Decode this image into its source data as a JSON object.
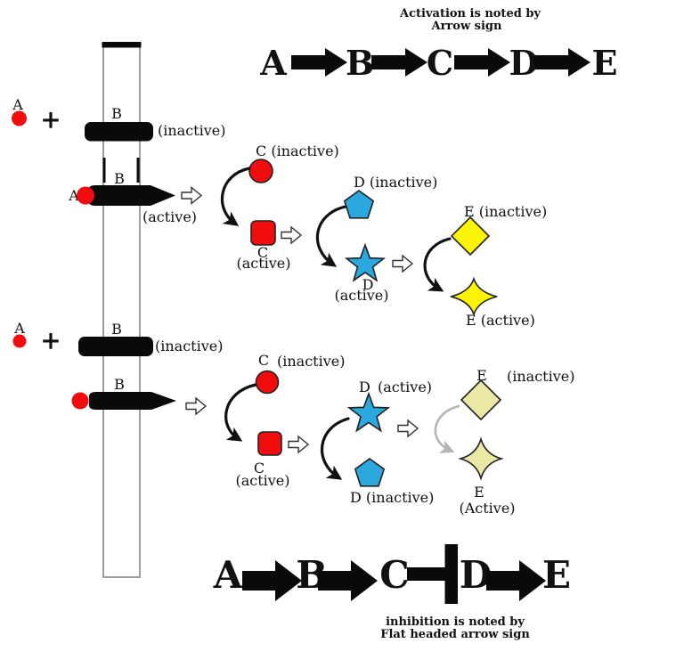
{
  "colors": {
    "red": "#f10d0d",
    "blue": "#2ba8de",
    "yellow": "#fdf405",
    "pale_yellow": "#ebe8a5",
    "black": "#0a0a0a",
    "gray": "#b5b5b5"
  },
  "captions": {
    "activation_line1": "Activation is noted by",
    "activation_line2": "Arrow sign",
    "inhibition_line1": "inhibition is noted by",
    "inhibition_line2": "Flat headed arrow sign"
  },
  "top_pathway": {
    "nodes": [
      "A",
      "B",
      "C",
      "D",
      "E"
    ]
  },
  "bottom_pathway": {
    "nodes": [
      "A",
      "B",
      "C",
      "D",
      "E"
    ]
  },
  "scenario1": {
    "ligand_label": "A",
    "plus": "+",
    "receptor_label": "B",
    "receptor_state_inactive": "(inactive)",
    "receptor_active_label": "B",
    "receptor_active_ligand": "A",
    "receptor_state_active": "(active)",
    "c_inactive": "C (inactive)",
    "c_label": "C",
    "c_state": "(active)",
    "d_inactive": "D (inactive)",
    "d_label": "D",
    "d_state": "(active)",
    "e_inactive": "E (inactive)",
    "e_active": "E (active)"
  },
  "scenario2": {
    "ligand_label": "A",
    "plus": "+",
    "receptor_label": "B",
    "receptor_state_inactive": "(inactive)",
    "receptor_active_label": "B",
    "c_label_top": "C",
    "c_state_top": "(inactive)",
    "c_label": "C",
    "c_state": "(active)",
    "d_label_top": "D",
    "d_state_top": "(active)",
    "d_inactive": "D (inactive)",
    "e_label_top": "E",
    "e_state_top": "(inactive)",
    "e_label": "E",
    "e_state": "(Active)"
  }
}
